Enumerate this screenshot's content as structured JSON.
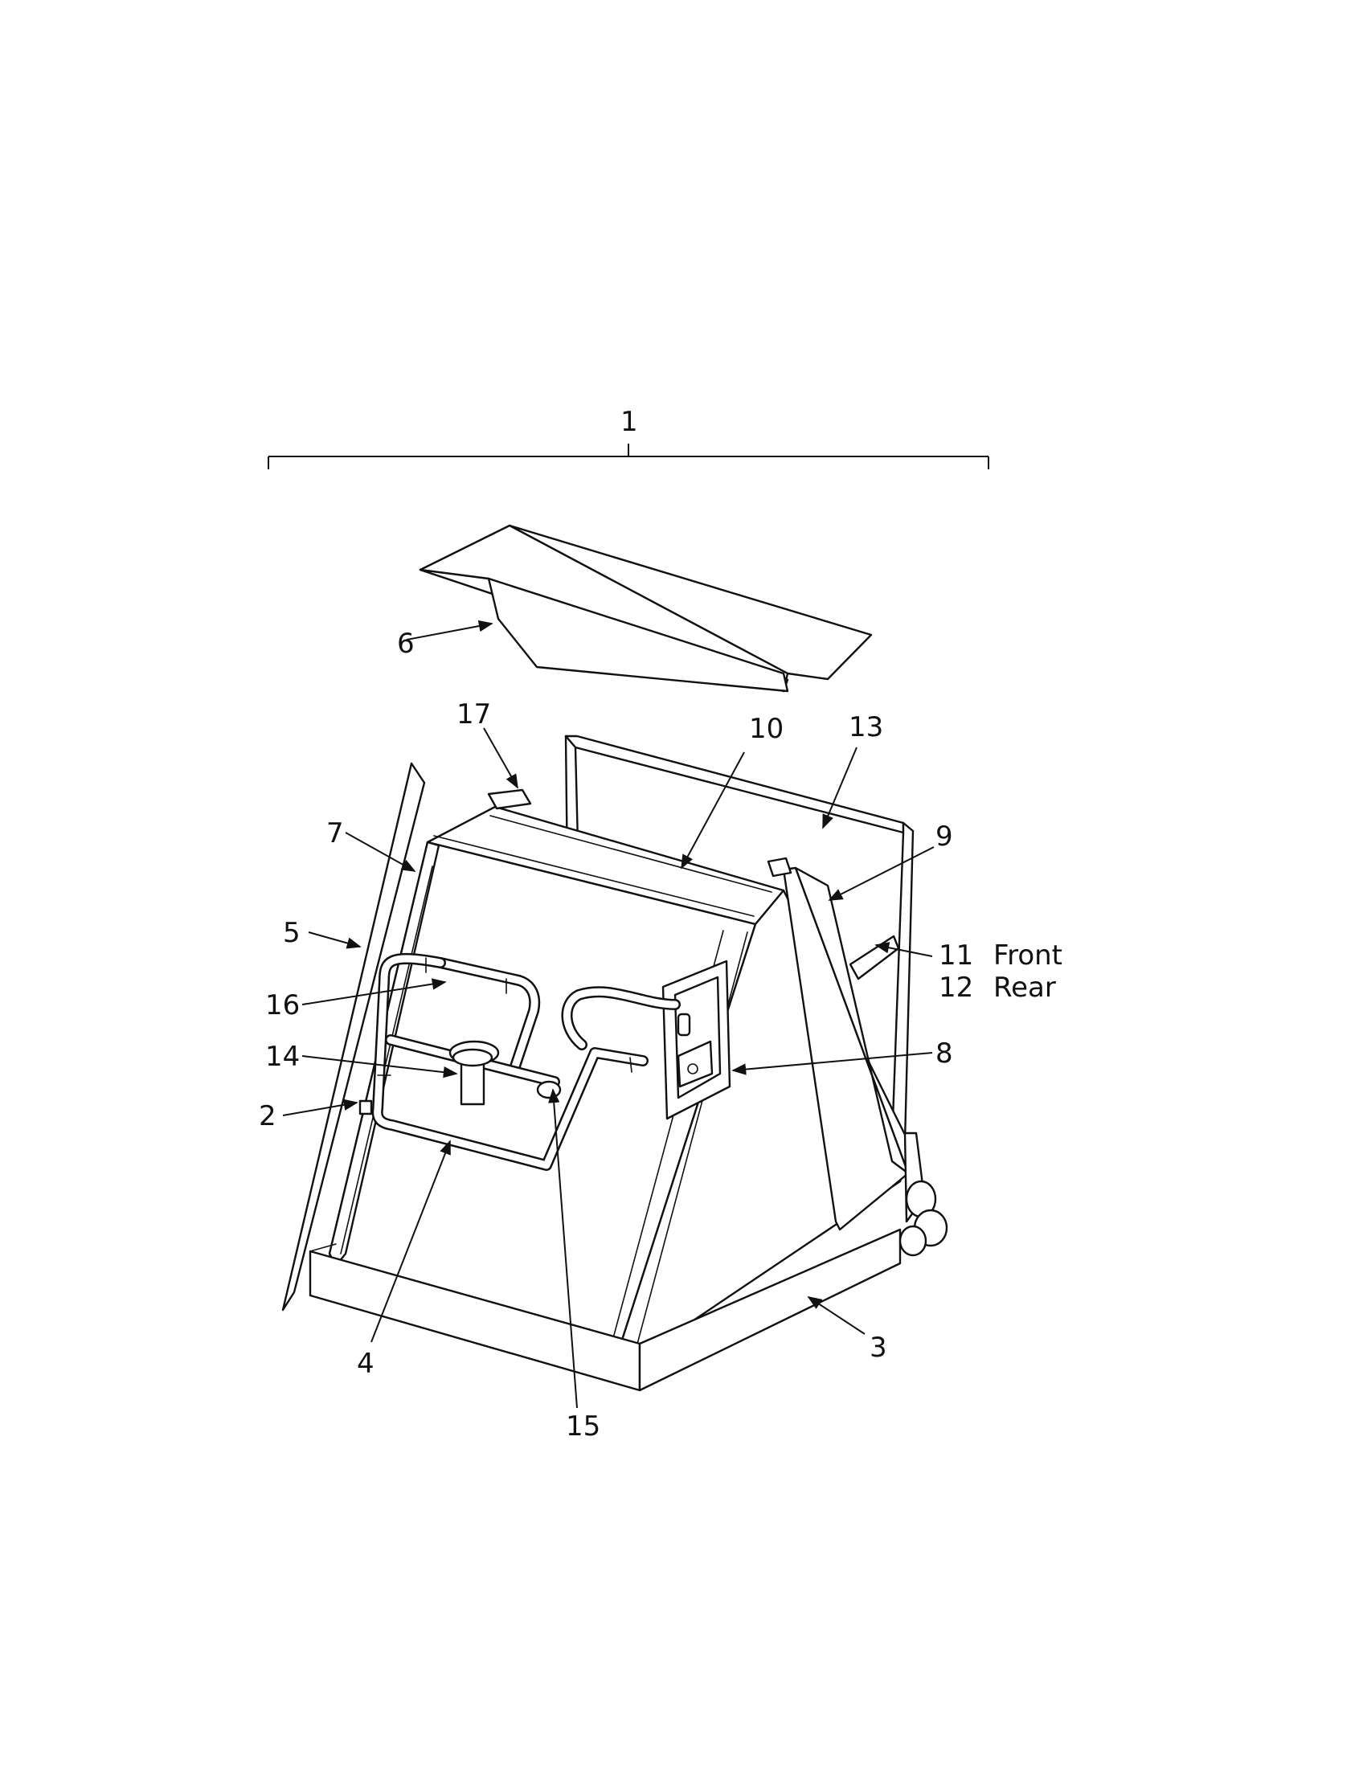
{
  "callouts": {
    "c1": "1",
    "c2": "2",
    "c3": "3",
    "c4": "4",
    "c5": "5",
    "c6": "6",
    "c7": "7",
    "c8": "8",
    "c9": "9",
    "c10": "10",
    "c11": "11",
    "c11_note": "Front",
    "c12": "12",
    "c12_note": "Rear",
    "c13": "13",
    "c14": "14",
    "c15": "15",
    "c16": "16",
    "c17": "17"
  },
  "colors": {
    "ink": "#111111",
    "paper": "#ffffff"
  }
}
